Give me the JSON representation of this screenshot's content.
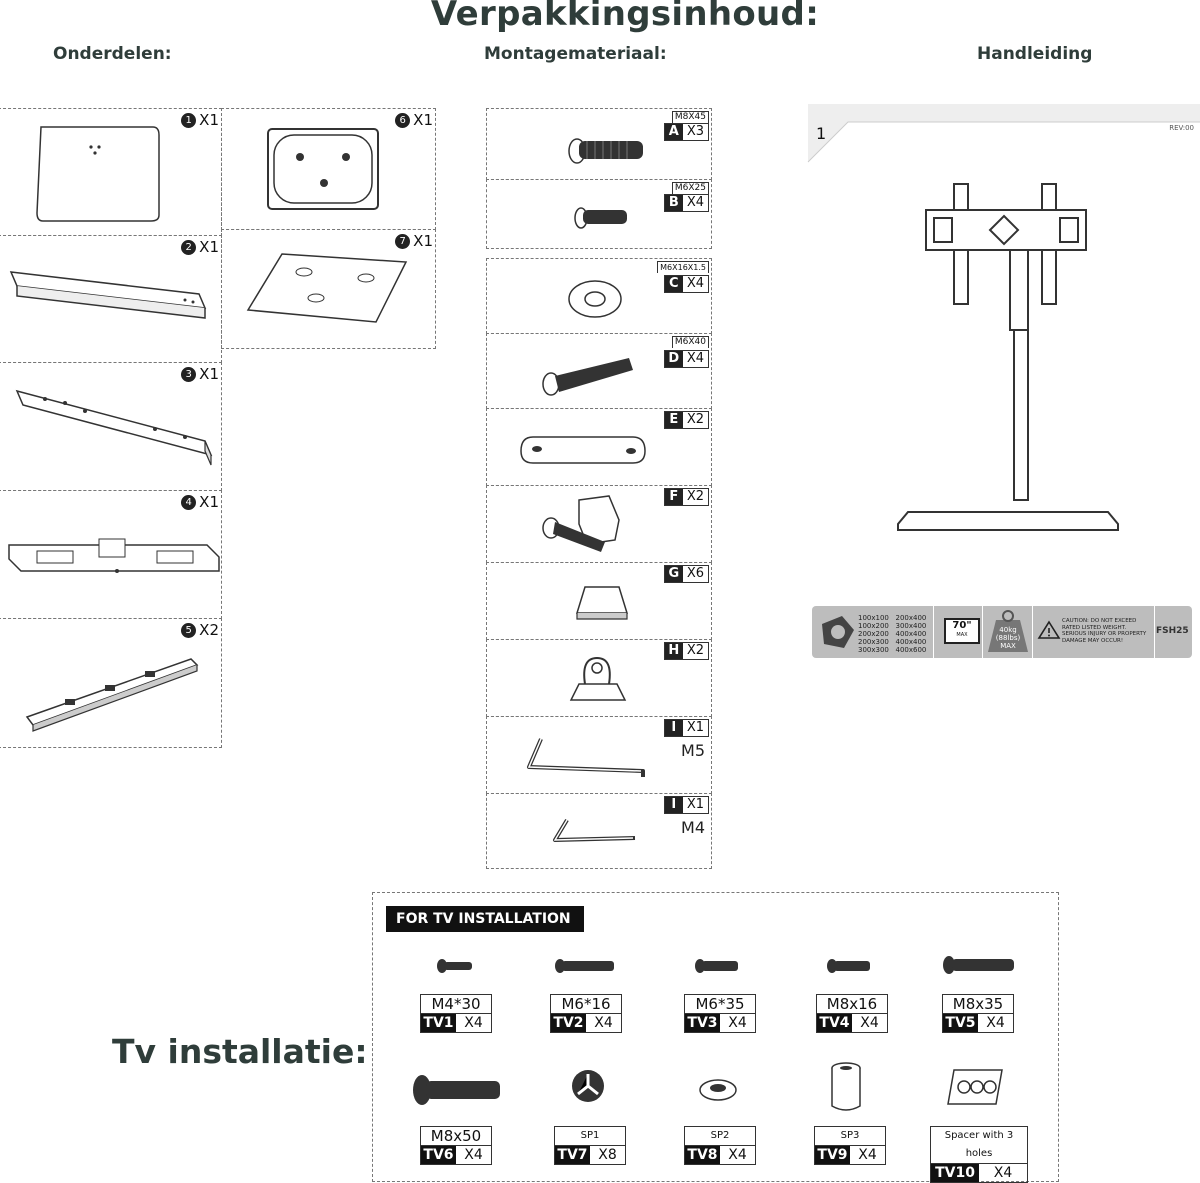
{
  "header": {
    "title": "Verpakkingsinhoud:",
    "col_parts": "Onderdelen:",
    "col_hardware": "Montagemateriaal:",
    "col_manual": "Handleiding",
    "tv_install": "Tv installatie:"
  },
  "parts": [
    {
      "num": "1",
      "qty": "X1"
    },
    {
      "num": "2",
      "qty": "X1"
    },
    {
      "num": "3",
      "qty": "X1"
    },
    {
      "num": "4",
      "qty": "X1"
    },
    {
      "num": "5",
      "qty": "X2"
    },
    {
      "num": "6",
      "qty": "X1"
    },
    {
      "num": "7",
      "qty": "X1"
    }
  ],
  "hardware": [
    {
      "spec": "M8X45",
      "letter": "A",
      "qty": "X3"
    },
    {
      "spec": "M6X25",
      "letter": "B",
      "qty": "X4"
    },
    {
      "spec": "M6X16X1.5",
      "letter": "C",
      "qty": "X4"
    },
    {
      "spec": "M6X40",
      "letter": "D",
      "qty": "X4"
    },
    {
      "spec": "",
      "letter": "E",
      "qty": "X2"
    },
    {
      "spec": "",
      "letter": "F",
      "qty": "X2"
    },
    {
      "spec": "",
      "letter": "G",
      "qty": "X6"
    },
    {
      "spec": "",
      "letter": "H",
      "qty": "X2"
    },
    {
      "spec": "",
      "letter": "I",
      "qty": "X1",
      "sub": "M5"
    },
    {
      "spec": "",
      "letter": "I",
      "qty": "X1",
      "sub": "M4"
    }
  ],
  "manual": {
    "page_number": "1",
    "rev": "REV:00",
    "vesa": [
      "100x100",
      "200x400",
      "100x200",
      "300x400",
      "200x200",
      "400x400",
      "200x300",
      "400x400",
      "300x300",
      "400x600"
    ],
    "max_size": "70\"",
    "max_label": "MAX",
    "weight": "40kg (88lbs)",
    "weight_max": "MAX",
    "caution": "CAUTION: DO NOT EXCEED RATED LISTED WEIGHT. SERIOUS INJURY OR PROPERTY DAMAGE MAY OCCUR!",
    "model": "FSH25"
  },
  "tv_installation": {
    "badge": "FOR TV INSTALLATION",
    "items": [
      {
        "size": "M4*30",
        "code": "TV1",
        "qty": "X4"
      },
      {
        "size": "M6*16",
        "code": "TV2",
        "qty": "X4"
      },
      {
        "size": "M6*35",
        "code": "TV3",
        "qty": "X4"
      },
      {
        "size": "M8x16",
        "code": "TV4",
        "qty": "X4"
      },
      {
        "size": "M8x35",
        "code": "TV5",
        "qty": "X4"
      },
      {
        "size": "M8x50",
        "code": "TV6",
        "qty": "X4"
      },
      {
        "size": "SP1",
        "code": "TV7",
        "qty": "X8"
      },
      {
        "size": "SP2",
        "code": "TV8",
        "qty": "X4"
      },
      {
        "size": "SP3",
        "code": "TV9",
        "qty": "X4"
      },
      {
        "size": "Spacer with 3 holes",
        "code": "TV10",
        "qty": "X4"
      }
    ]
  }
}
